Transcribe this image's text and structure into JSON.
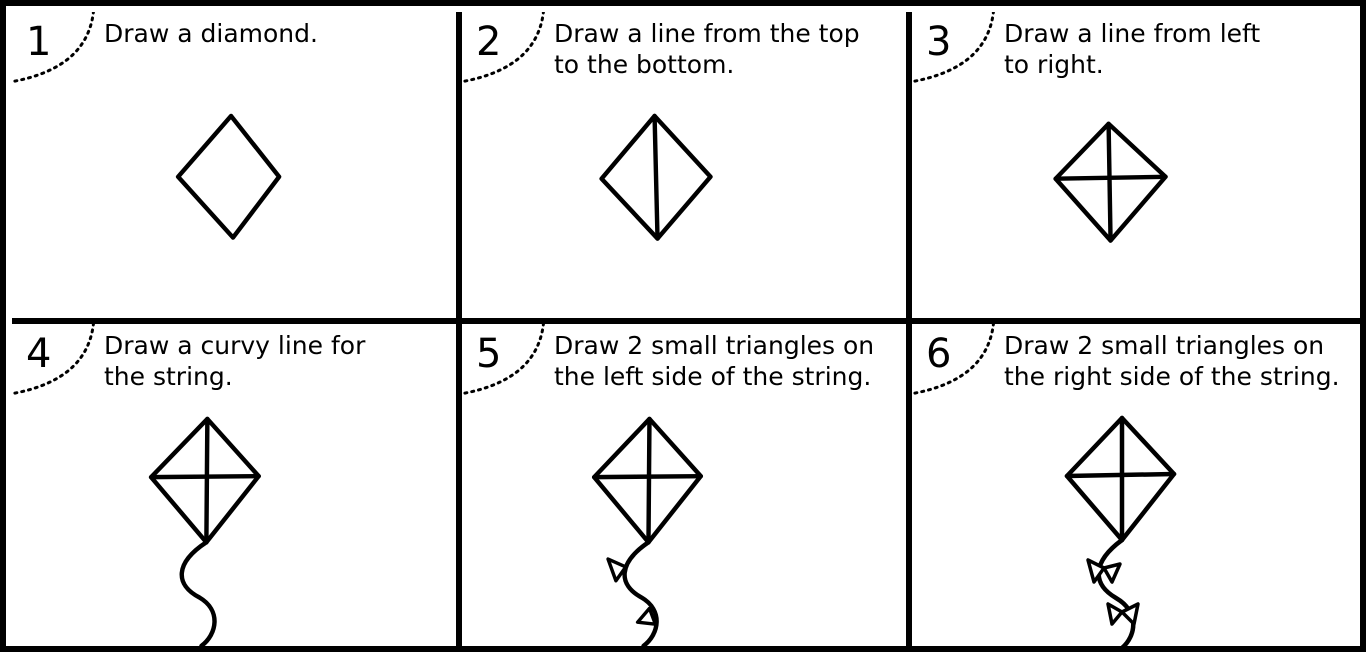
{
  "steps": [
    {
      "number": "1",
      "text": "Draw a diamond."
    },
    {
      "number": "2",
      "text": "Draw a line from the top\nto the bottom."
    },
    {
      "number": "3",
      "text": "Draw a line from left\nto right."
    },
    {
      "number": "4",
      "text": "Draw a curvy line for\nthe string."
    },
    {
      "number": "5",
      "text": "Draw 2 small triangles on\nthe left side of the string."
    },
    {
      "number": "6",
      "text": "Draw 2 small triangles on\nthe right side of the string."
    }
  ],
  "colors": {
    "ink": "#000000",
    "paper": "#ffffff"
  }
}
